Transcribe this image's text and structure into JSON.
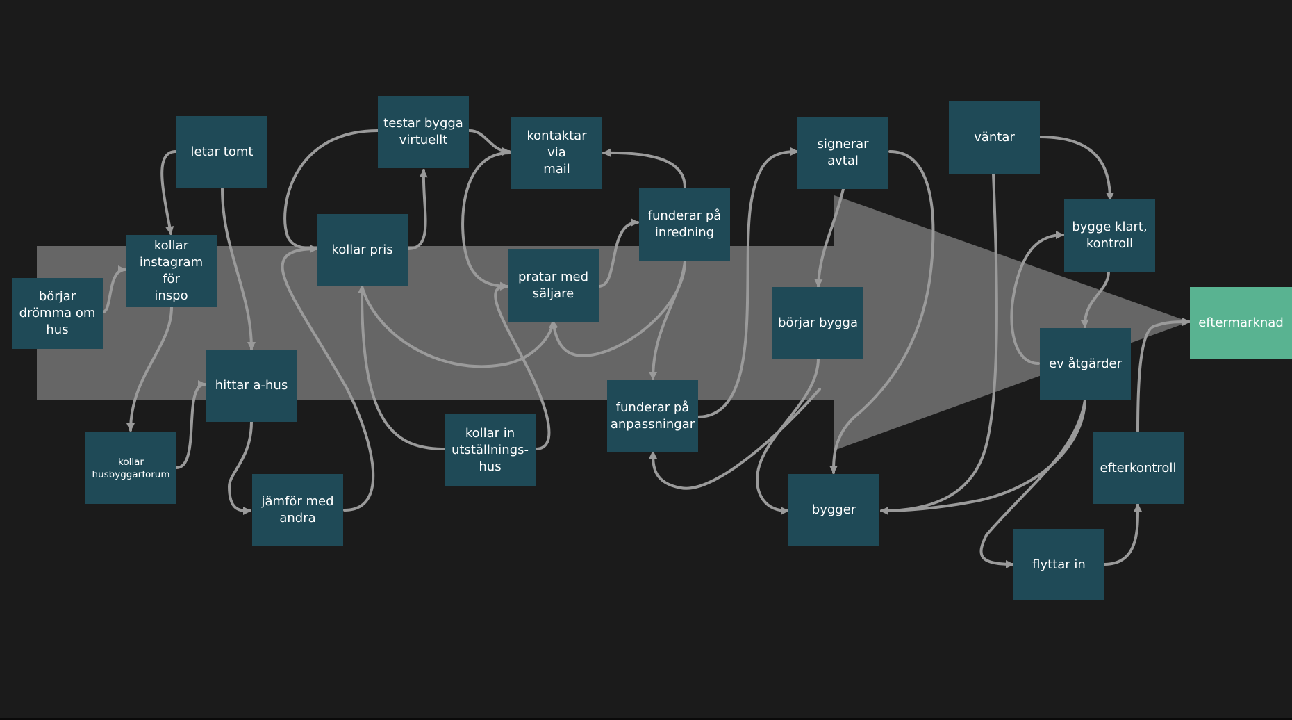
{
  "colors": {
    "background": "#1b1b1b",
    "node": "#1f4a57",
    "end_node": "#59b391",
    "arrow_shape": "#666666",
    "edge": "#9a9a9a"
  },
  "nodes": {
    "borjar_dromma": "börjar\ndrömma om\nhus",
    "kollar_instagram": "kollar\ninstagram för\ninspo",
    "letar_tomt": "letar tomt",
    "kollar_husbyggarforum": "kollar\nhusbyggarforum",
    "hittar_ahus": "hittar a-hus",
    "jamfor_med_andra": "jämför med\nandra",
    "kollar_pris": "kollar pris",
    "testar_bygga": "testar bygga\nvirtuellt",
    "kollar_in_utstallningshus": "kollar in\nutställnings-\nhus",
    "kontaktar_via_mail": "kontaktar via\nmail",
    "pratar_med_saljare": "pratar med\nsäljare",
    "funderar_inredning": "funderar på\ninredning",
    "funderar_anpassningar": "funderar på\nanpassningar",
    "signerar_avtal": "signerar avtal",
    "borjar_bygga": "börjar bygga",
    "bygger": "bygger",
    "vantar": "väntar",
    "bygge_klart": "bygge klart,\nkontroll",
    "ev_atgarder": "ev åtgärder",
    "flyttar_in": "flyttar in",
    "efterkontroll": "efterkontroll",
    "eftermarknad": "eftermarknad"
  }
}
